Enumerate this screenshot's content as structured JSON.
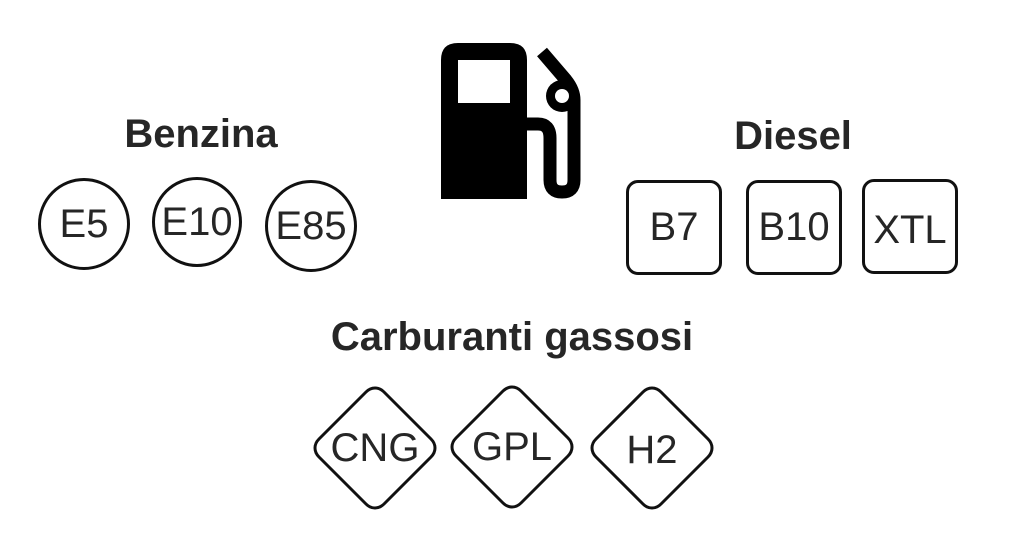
{
  "icon": {
    "name": "fuel-pump-icon",
    "color": "#000000"
  },
  "groups": {
    "benzina": {
      "title": "Benzina",
      "shape": "circle",
      "items": [
        "E5",
        "E10",
        "E85"
      ]
    },
    "diesel": {
      "title": "Diesel",
      "shape": "rounded-square",
      "items": [
        "B7",
        "B10",
        "XTL"
      ]
    },
    "gas": {
      "title": "Carburanti gassosi",
      "shape": "diamond",
      "items": [
        "CNG",
        "GPL",
        "H2"
      ]
    }
  },
  "colors": {
    "background": "#ffffff",
    "text": "#262626",
    "stroke": "#111111"
  }
}
